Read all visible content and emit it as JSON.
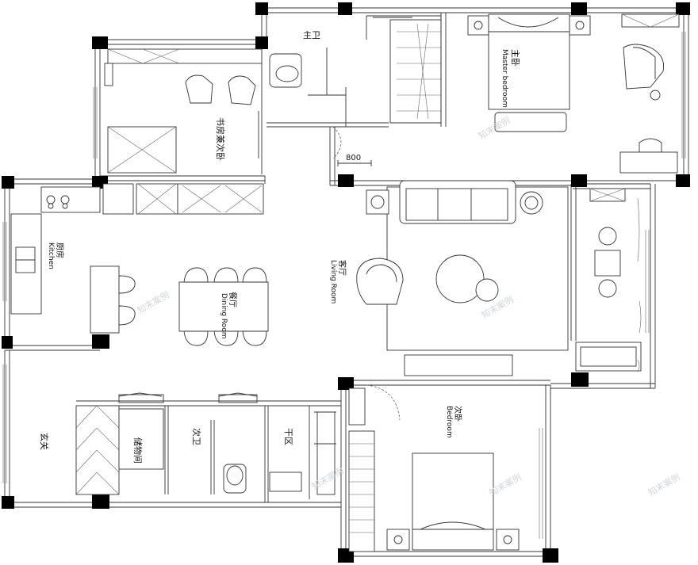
{
  "rooms": {
    "master_bath": "主卫",
    "master_bedroom_cn": "主卧",
    "master_bedroom_en": "Master bedroom",
    "study": "书房兼次卧",
    "kitchen_cn": "厨房",
    "kitchen_en": "Kitchen",
    "dining_cn": "餐厅",
    "dining_en": "Dining Room",
    "living_cn": "客厅",
    "living_en": "Living Room",
    "bedroom_cn": "次卧",
    "bedroom_en": "Bedroom",
    "entrance": "玄关",
    "storage": "储物间",
    "second_bath": "次卫",
    "dry_area": "干区"
  },
  "dimension": "800",
  "watermark": "知末案例"
}
